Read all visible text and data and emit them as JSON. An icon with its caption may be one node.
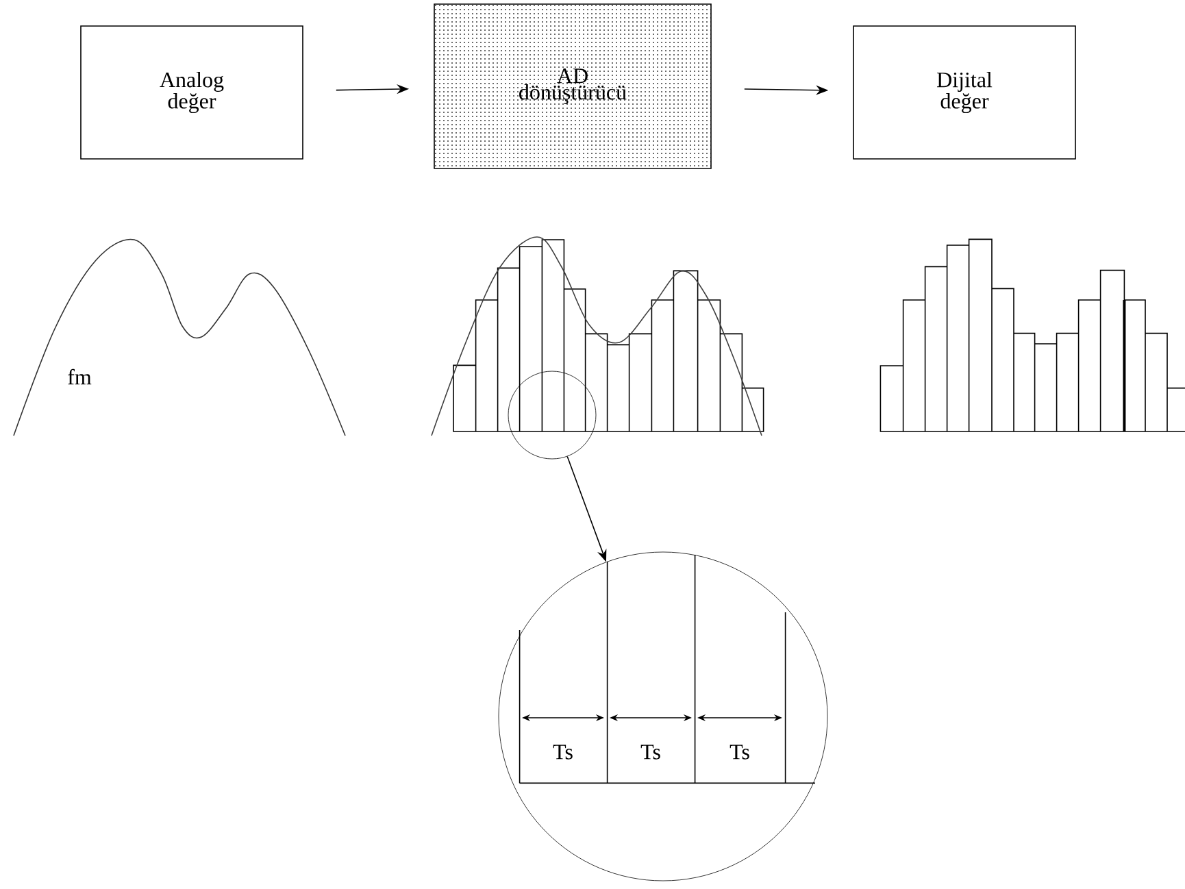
{
  "diagram": {
    "nodes": [
      {
        "text": [
          "Analog değer"
        ]
      },
      {
        "text": [
          "AD dönüştürücü"
        ]
      },
      {
        "text": [
          "Dijital değer"
        ]
      },
      {
        "text": [],
        "shape": "circle"
      },
      {
        "text": [],
        "shape": "circle"
      }
    ],
    "edges": [
      {
        "from": 0,
        "to": 1,
        "arrow": "to"
      },
      {
        "from": 1,
        "to": 2,
        "arrow": "to"
      },
      {
        "from": 3,
        "to": 4,
        "arrow": "to"
      }
    ],
    "labels": [
      "fm",
      "Ts",
      "Ts",
      "Ts"
    ]
  }
}
